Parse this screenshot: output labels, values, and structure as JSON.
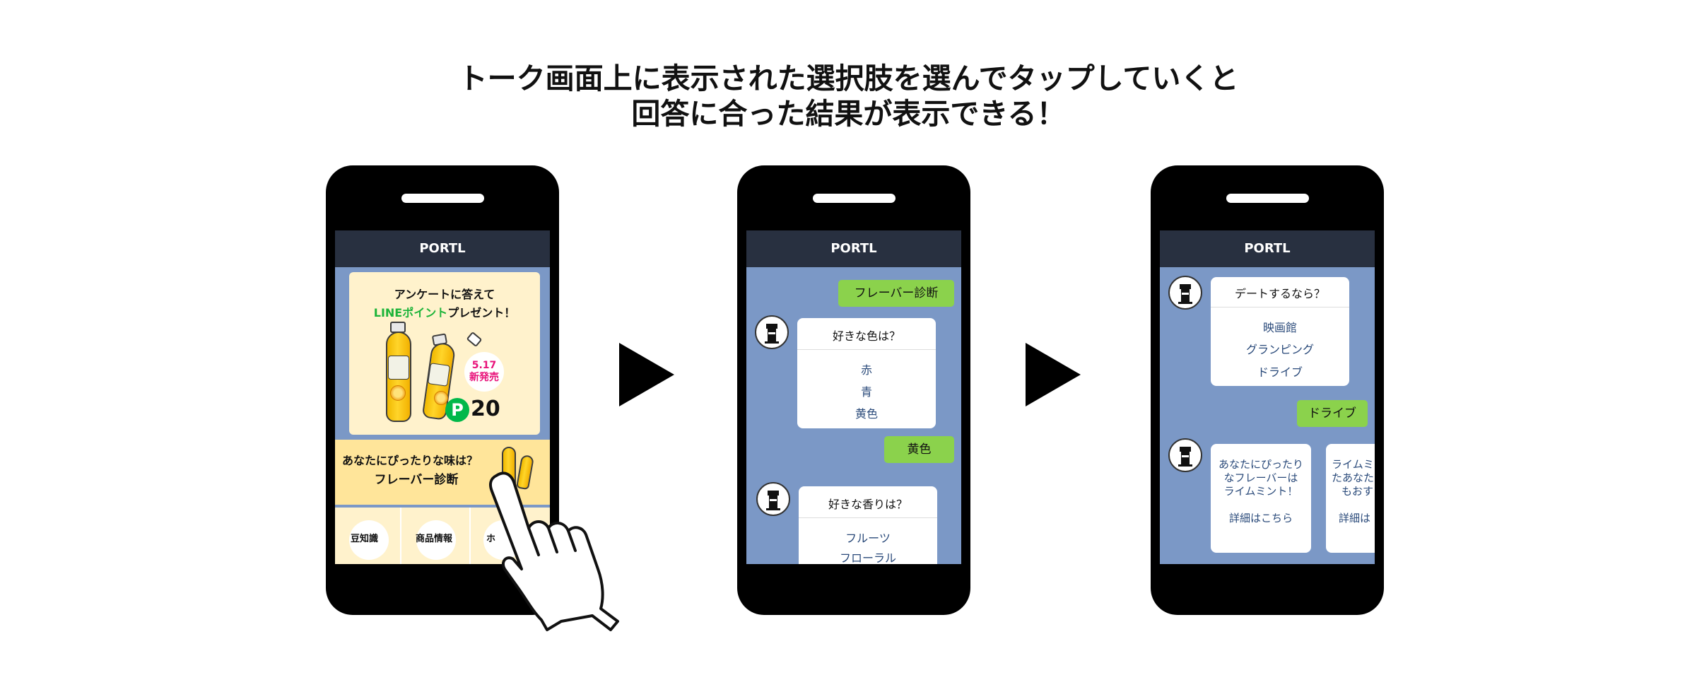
{
  "headline": {
    "line1": "トーク画面上に表示された選択肢を選んでタップしていくと",
    "line2": "回答に合った結果が表示できる！"
  },
  "app_title": "PORTL",
  "phone1": {
    "ad": {
      "line1": "アンケートに答えて",
      "line2_highlight": "LINEポイント",
      "line2_rest": "プレゼント！",
      "release_date": "5.17",
      "release_text": "新発売",
      "points_icon": "P",
      "points_value": "20"
    },
    "diagnosis_banner": {
      "line1": "あなたにぴったりな味は？",
      "line2": "フレーバー診断"
    },
    "menu": [
      {
        "label": "豆知識"
      },
      {
        "label": "商品情報"
      },
      {
        "label": "ホ"
      }
    ]
  },
  "phone2": {
    "sent1": "フレーバー診断",
    "q1": {
      "title": "好きな色は？",
      "options": [
        "赤",
        "青",
        "黄色"
      ]
    },
    "sent2": "黄色",
    "q2": {
      "title": "好きな香りは？",
      "options": [
        "フルーツ",
        "フローラル"
      ]
    }
  },
  "phone3": {
    "q": {
      "title": "デートするなら？",
      "options": [
        "映画館",
        "グランピング",
        "ドライブ"
      ]
    },
    "sent": "ドライブ",
    "result1": {
      "lines": [
        "あなたにぴったり",
        "なフレーバーは",
        "ライムミント！"
      ],
      "link": "詳細はこちら"
    },
    "result2": {
      "lines": [
        "ライムミ",
        "たあなた",
        "もおす"
      ],
      "link": "詳細は"
    }
  },
  "colors": {
    "titlebar": "#283040",
    "chat_bg": "#7b98c6",
    "sent_bubble": "#8bd24c",
    "ad_bg": "#fff2cc",
    "banner_bg": "#ffe59a",
    "line_green": "#1db43a",
    "badge_pink": "#e8127a",
    "option_text": "#2a4a7a"
  },
  "icons": [
    "lighthouse-icon",
    "pointing-hand-icon",
    "play-arrow-icon",
    "points-p-icon",
    "drink-bottle-icon"
  ]
}
